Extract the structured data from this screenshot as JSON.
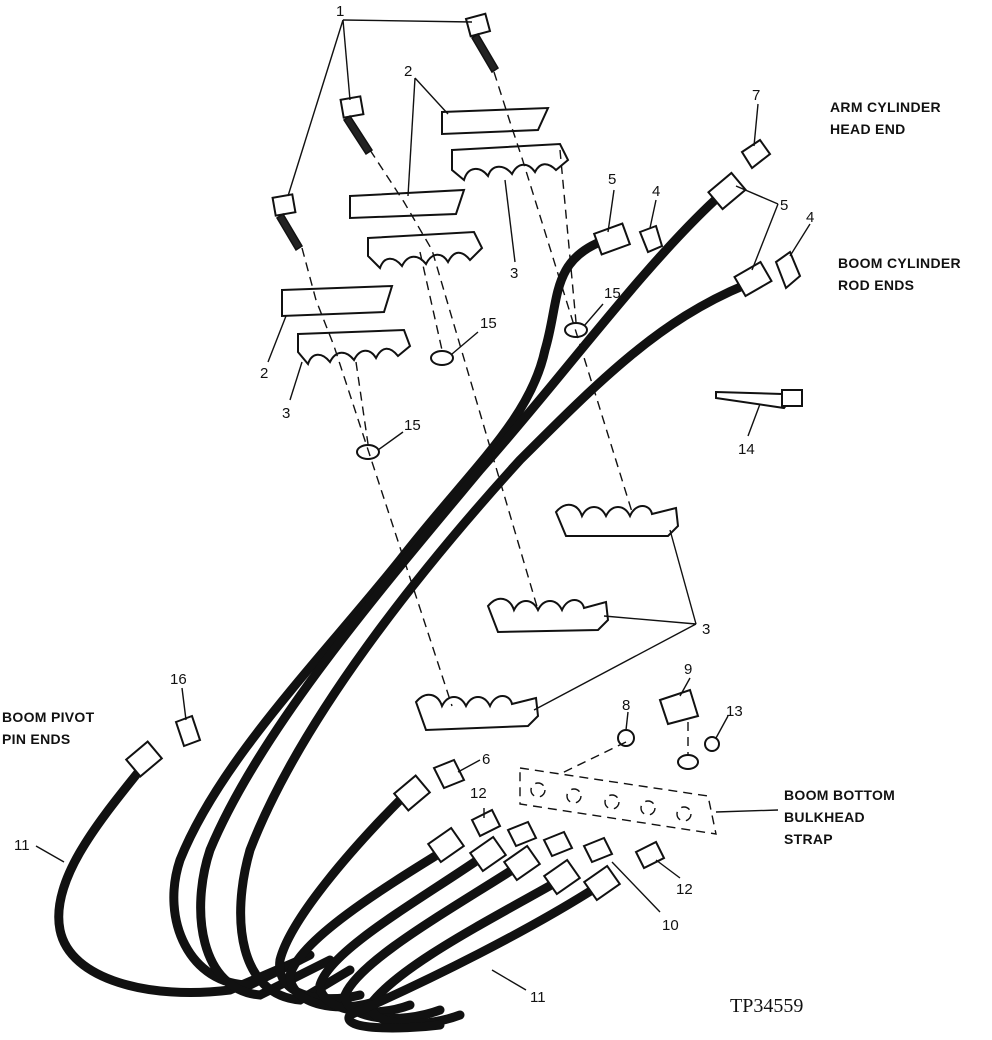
{
  "figure_id": "TP34559",
  "captions": {
    "arm_cylinder": [
      "ARM CYLINDER",
      "HEAD END"
    ],
    "boom_cylinder": [
      "BOOM CYLINDER",
      "ROD ENDS"
    ],
    "boom_pivot": [
      "BOOM PIVOT",
      "PIN ENDS"
    ],
    "boom_bottom": [
      "BOOM BOTTOM",
      "BULKHEAD",
      "STRAP"
    ]
  },
  "callouts": {
    "c1": "1",
    "c2a": "2",
    "c2b": "2",
    "c3a": "3",
    "c3b": "3",
    "c3c": "3",
    "c4a": "4",
    "c4b": "4",
    "c5a": "5",
    "c5b": "5",
    "c6": "6",
    "c7": "7",
    "c8": "8",
    "c9": "9",
    "c10": "10",
    "c11a": "11",
    "c11b": "11",
    "c12a": "12",
    "c12b": "12",
    "c13": "13",
    "c14": "14",
    "c15a": "15",
    "c15b": "15",
    "c15c": "15",
    "c16": "16"
  }
}
